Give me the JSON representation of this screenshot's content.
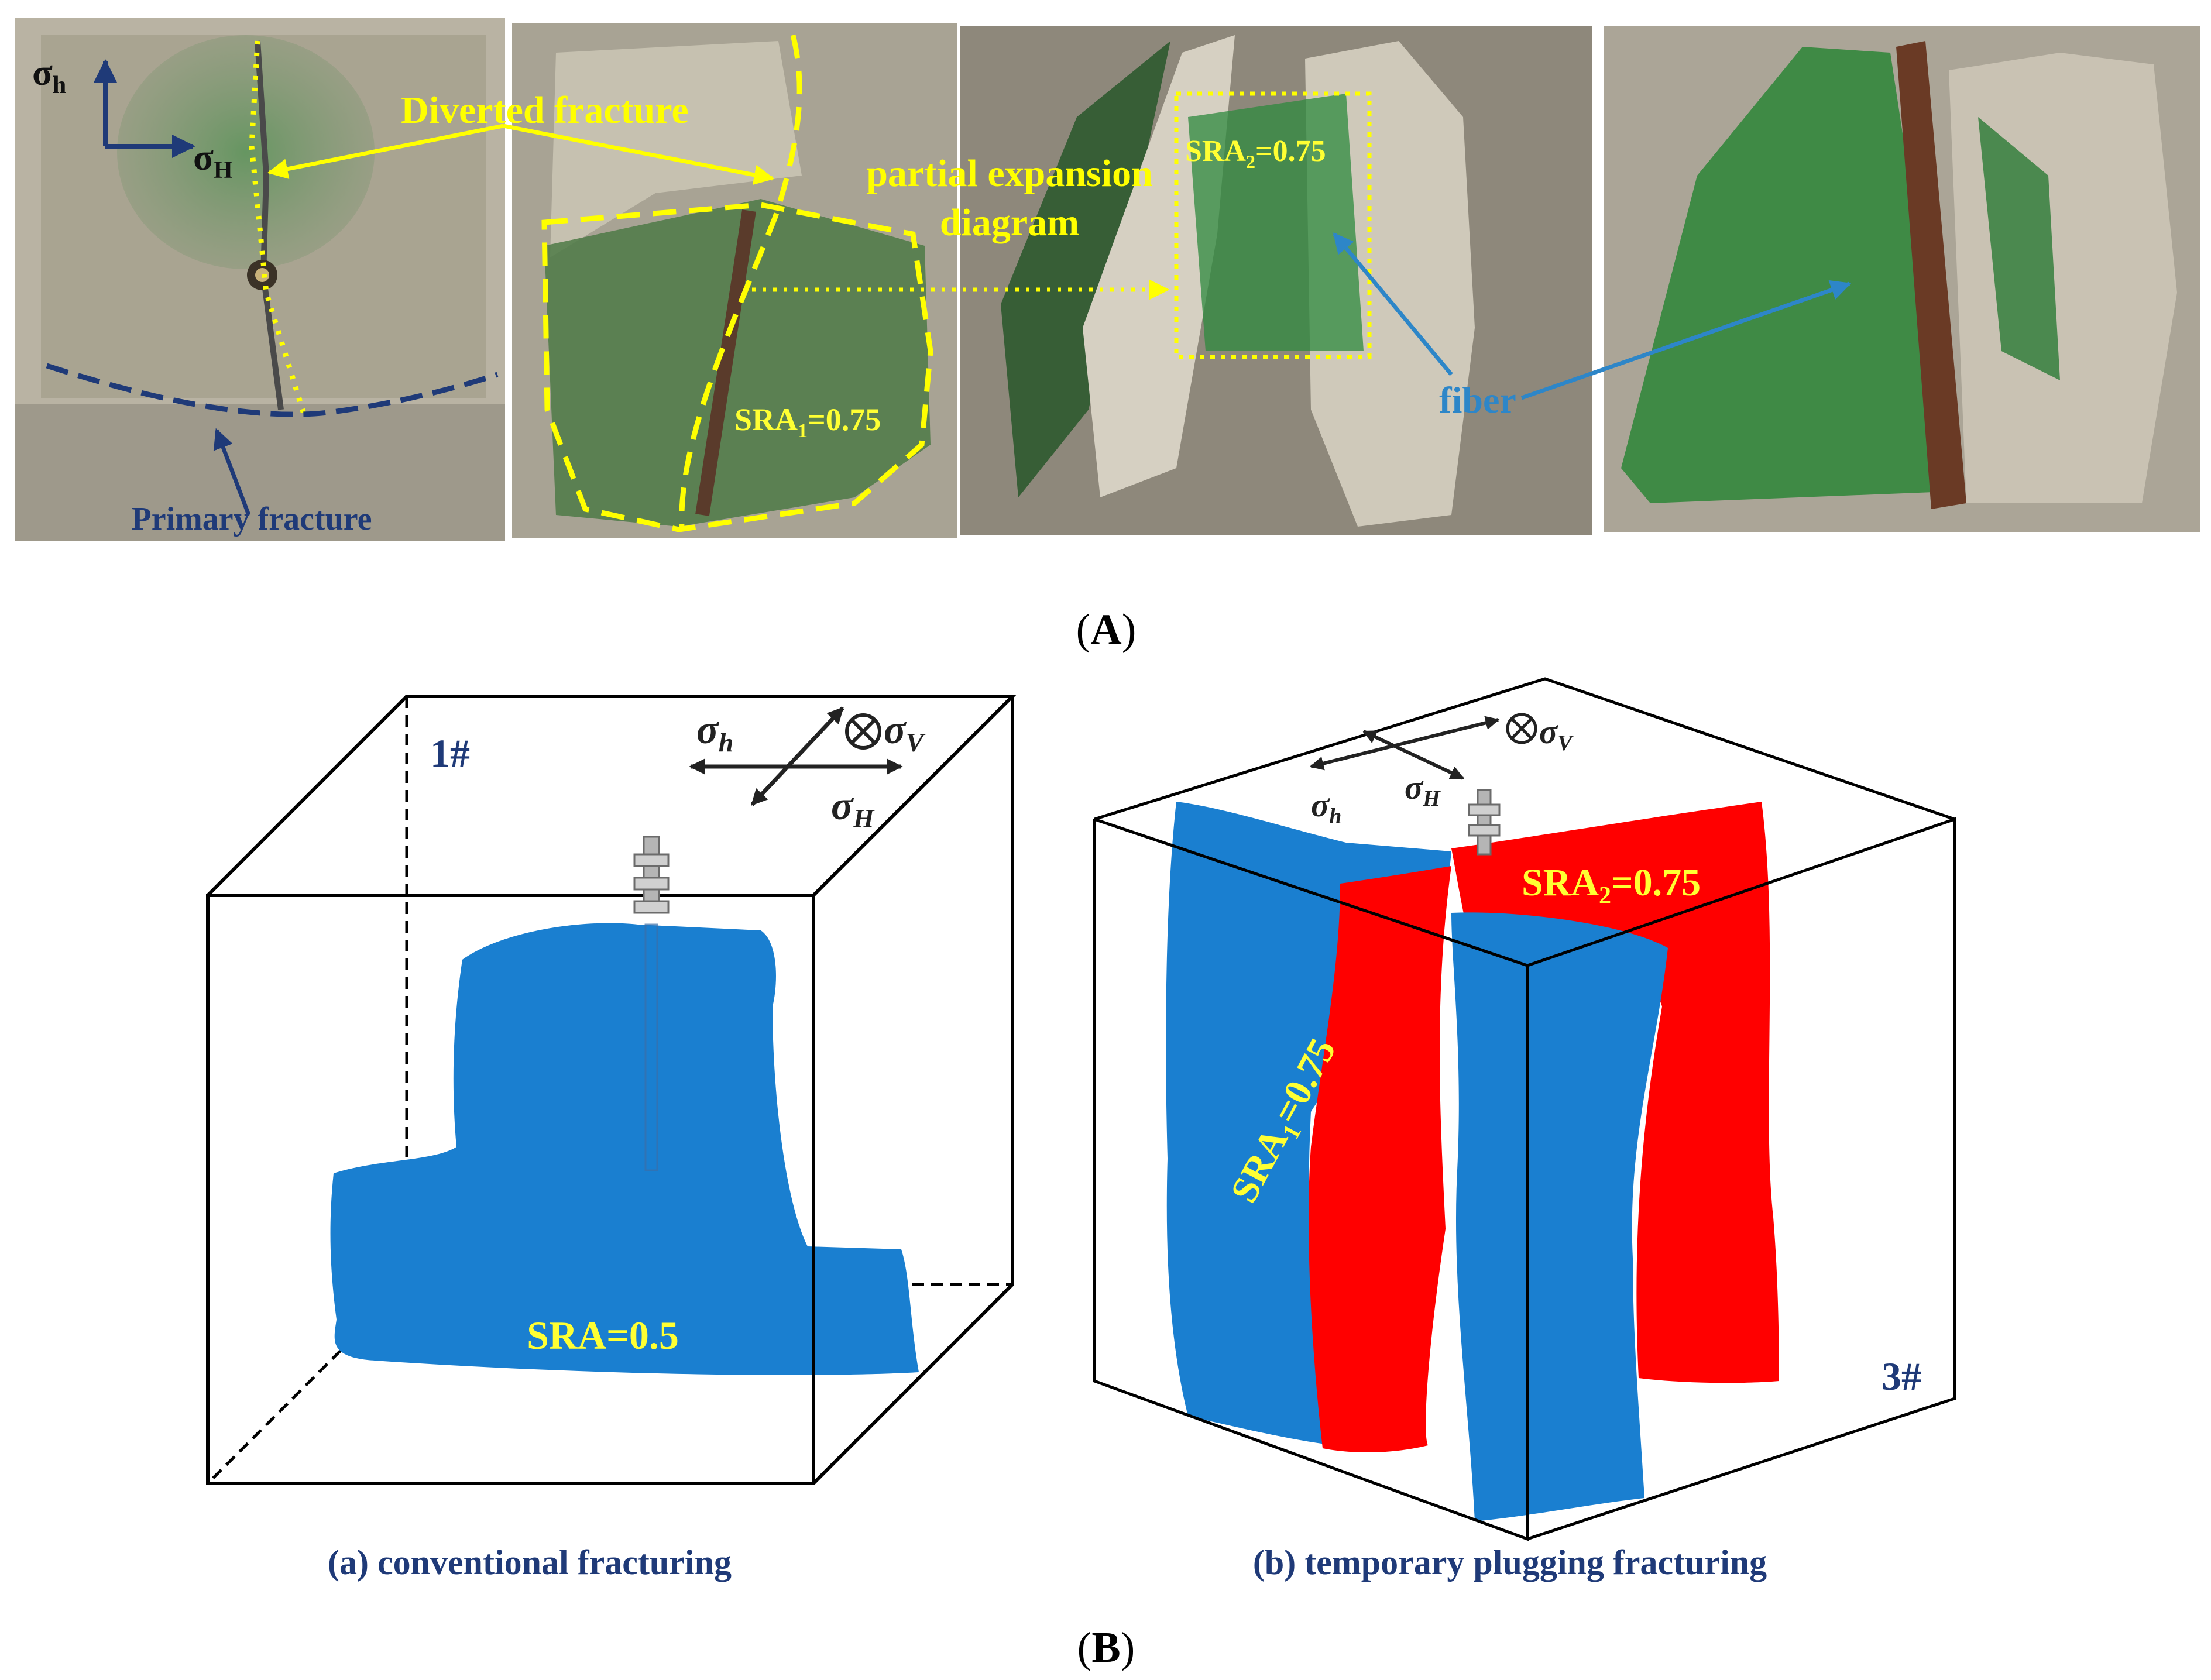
{
  "panel_a": {
    "label_open": "(",
    "label_letter": "A",
    "label_close": ")",
    "sigma_h": "σ",
    "sigma_h_sub": "h",
    "sigma_H": "σ",
    "sigma_H_sub": "H",
    "diverted_fracture": "Diverted fracture",
    "primary_fracture": "Primary fracture",
    "partial_expansion_line1": "partial expansion",
    "partial_expansion_line2": "diagram",
    "sra1_main": "SRA",
    "sra1_sub": "1",
    "sra1_val": "=0.75",
    "sra2_main": "SRA",
    "sra2_sub": "2",
    "sra2_val": "=0.75",
    "fiber": "fiber"
  },
  "panel_b": {
    "label_open": "(",
    "label_letter": "B",
    "label_close": ")",
    "left": {
      "sample_id": "1#",
      "sigma_h": "σ",
      "sigma_h_sub": "h",
      "sigma_H": "σ",
      "sigma_H_sub": "H",
      "sigma_V": "σ",
      "sigma_V_sub": "V",
      "sra_label": "SRA=0.5",
      "caption": "(a)  conventional fracturing"
    },
    "right": {
      "sample_id": "3#",
      "sigma_h": "σ",
      "sigma_h_sub": "h",
      "sigma_H": "σ",
      "sigma_H_sub": "H",
      "sigma_V": "σ",
      "sigma_V_sub": "V",
      "sra1_main": "SRA",
      "sra1_sub": "1",
      "sra1_val": "=0.75",
      "sra2_main": "SRA",
      "sra2_sub": "2",
      "sra2_val": "=0.75",
      "caption": "(b) temporary plugging fracturing"
    }
  },
  "colors": {
    "yellow_annot": "#ffff00",
    "navy_text": "#1f3a78",
    "fracture_blue": "#1a7fd0",
    "fracture_red": "#ff0000",
    "fiber_blue": "#2d86c8",
    "sra_yellow": "#ffff33"
  }
}
